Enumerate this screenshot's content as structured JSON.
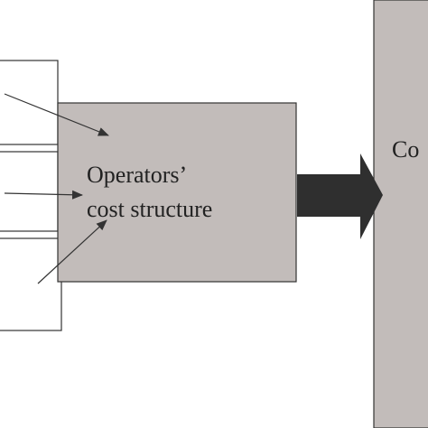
{
  "diagram": {
    "center_box": {
      "line1": "Operators’",
      "line2": "cost structure"
    },
    "right_box": {
      "label": "Co"
    },
    "colors": {
      "box_fill": "#c2bcba",
      "box_stroke": "#333333",
      "left_box_fill": "#ffffff",
      "big_arrow": "#2f2f2f",
      "connector": "#333333"
    }
  }
}
